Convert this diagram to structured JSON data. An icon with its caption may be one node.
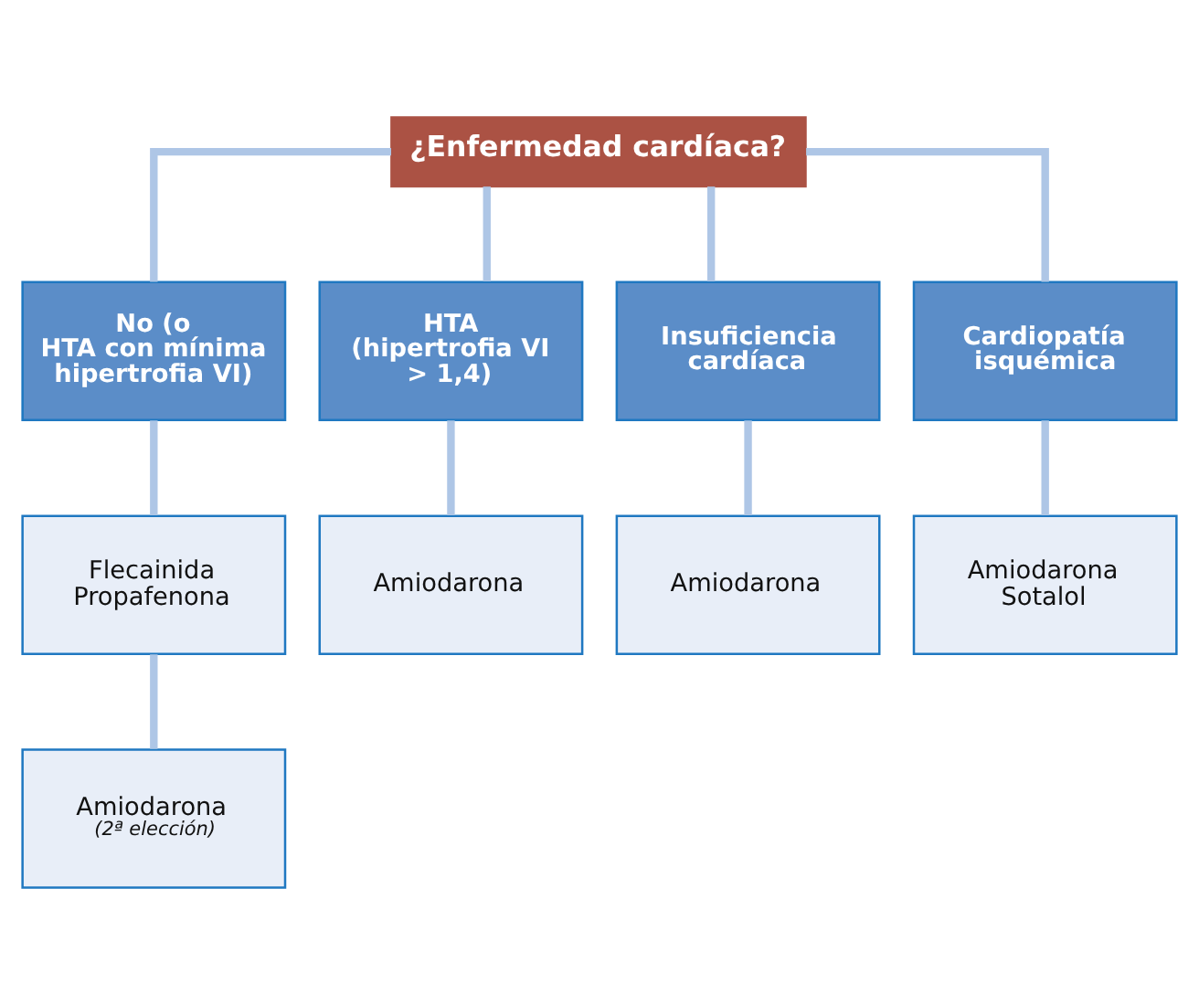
{
  "diagram": {
    "nodes": [
      {
        "text": [
          "¿Enfermedad cardíaca?"
        ]
      },
      {
        "text": [
          "No (o HTA con mínima hipertrofia VI)"
        ]
      },
      {
        "text": [
          "HTA (hipertrofia VI > 1,4)"
        ]
      },
      {
        "text": [
          "Insuficiencia cardíaca"
        ]
      },
      {
        "text": [
          "Cardiopatía isquémica"
        ]
      },
      {
        "text": [
          "Flecainida Propafenona"
        ]
      },
      {
        "text": [
          "Amiodarona"
        ]
      },
      {
        "text": [
          "Amiodarona"
        ]
      },
      {
        "text": [
          "Amiodarona Sotalol"
        ]
      },
      {
        "text": [
          "Amiodarona",
          "(2ª elección)"
        ]
      }
    ],
    "edges": [
      {
        "from": 0,
        "to": 1,
        "arrow": "none"
      },
      {
        "from": 0,
        "to": 2,
        "arrow": "none"
      },
      {
        "from": 0,
        "to": 3,
        "arrow": "none"
      },
      {
        "from": 0,
        "to": 4,
        "arrow": "none"
      },
      {
        "from": 1,
        "to": 5,
        "arrow": "none"
      },
      {
        "from": 2,
        "to": 6,
        "arrow": "none"
      },
      {
        "from": 3,
        "to": 7,
        "arrow": "none"
      },
      {
        "from": 4,
        "to": 8,
        "arrow": "none"
      },
      {
        "from": 5,
        "to": 9,
        "arrow": "none"
      }
    ]
  }
}
